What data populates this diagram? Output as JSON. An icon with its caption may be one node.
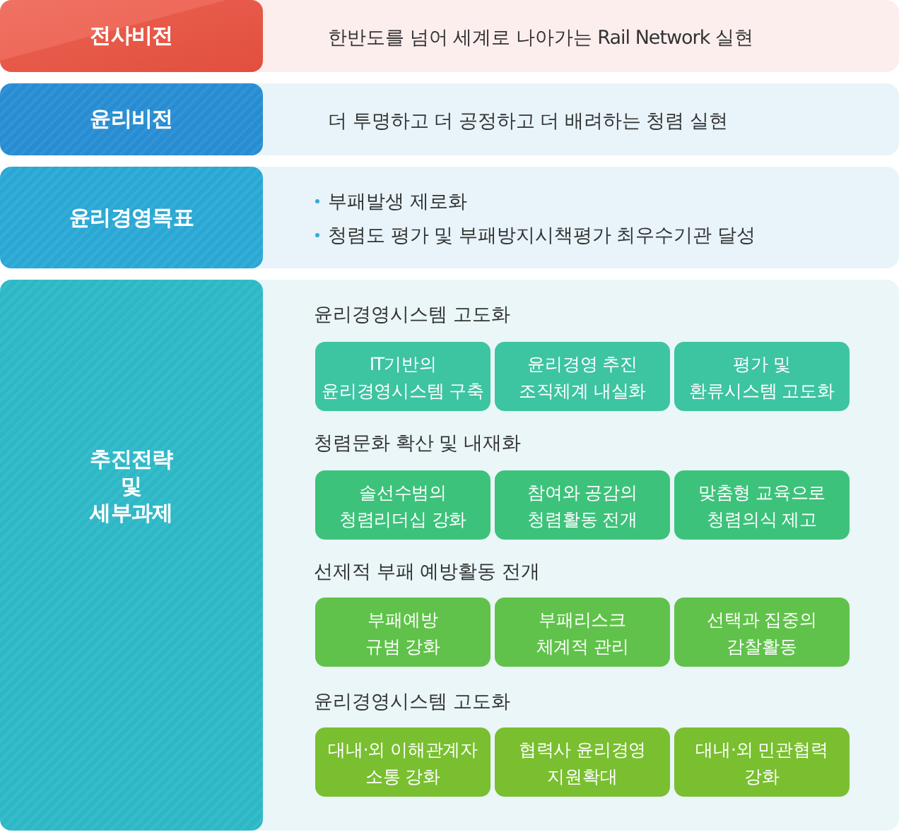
{
  "diagram": {
    "nodes": [
      {
        "text": [
          "전사비전"
        ]
      },
      {
        "text": [
          "한반도를 넘어 세계로 나아가는 Rail Network 실현"
        ]
      },
      {
        "text": [
          "윤리비전"
        ]
      },
      {
        "text": [
          "더 투명하고 더 공정하고 더 배려하는 청렴 실현"
        ]
      },
      {
        "text": [
          "윤리경영목표"
        ]
      },
      {
        "text": [
          "부패발생 제로화",
          "청렴도 평가 및 부패방지시책평가 최우수기관 달성"
        ]
      },
      {
        "text": [
          "추진전략 및 세부과제"
        ]
      },
      {
        "text": [
          "윤리경영시스템 고도화",
          "청렴문화 확산 및 내재화",
          "선제적 부패 예방활동 전개",
          "윤리경영시스템 고도화"
        ]
      },
      {
        "text": [
          "IT기반의 윤리경영시스템 구축"
        ],
        "in": 7
      },
      {
        "text": [
          "윤리경영 추진 조직체계 내실화"
        ],
        "in": 7
      },
      {
        "text": [
          "평가 및 환류시스템 고도화"
        ],
        "in": 7
      },
      {
        "text": [
          "솔선수범의 청렴리더십 강화"
        ],
        "in": 7
      },
      {
        "text": [
          "참여와 공감의 청렴활동 전개"
        ],
        "in": 7
      },
      {
        "text": [
          "맞춤형 교육으로 청렴의식 제고"
        ],
        "in": 7
      },
      {
        "text": [
          "부패예방 규범 강화"
        ],
        "in": 7
      },
      {
        "text": [
          "부패리스크 체계적 관리"
        ],
        "in": 7
      },
      {
        "text": [
          "선택과 집중의 감찰활동"
        ],
        "in": 7
      },
      {
        "text": [
          "대내·외 이해관계자 소통 강화"
        ],
        "in": 7
      },
      {
        "text": [
          "협력사 윤리경영 지원확대"
        ],
        "in": 7
      },
      {
        "text": [
          "대내·외 민관협력 강화"
        ],
        "in": 7
      }
    ]
  }
}
